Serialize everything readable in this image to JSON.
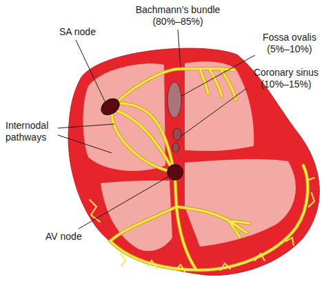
{
  "diagram": {
    "labels": [
      "Bachmann’s bundle (80%–85%)",
      "SA node",
      "Fossa ovalis (5%–10%)",
      "Coronary sinus (10%–15%)",
      "Internodal pathways",
      "AV node"
    ]
  }
}
